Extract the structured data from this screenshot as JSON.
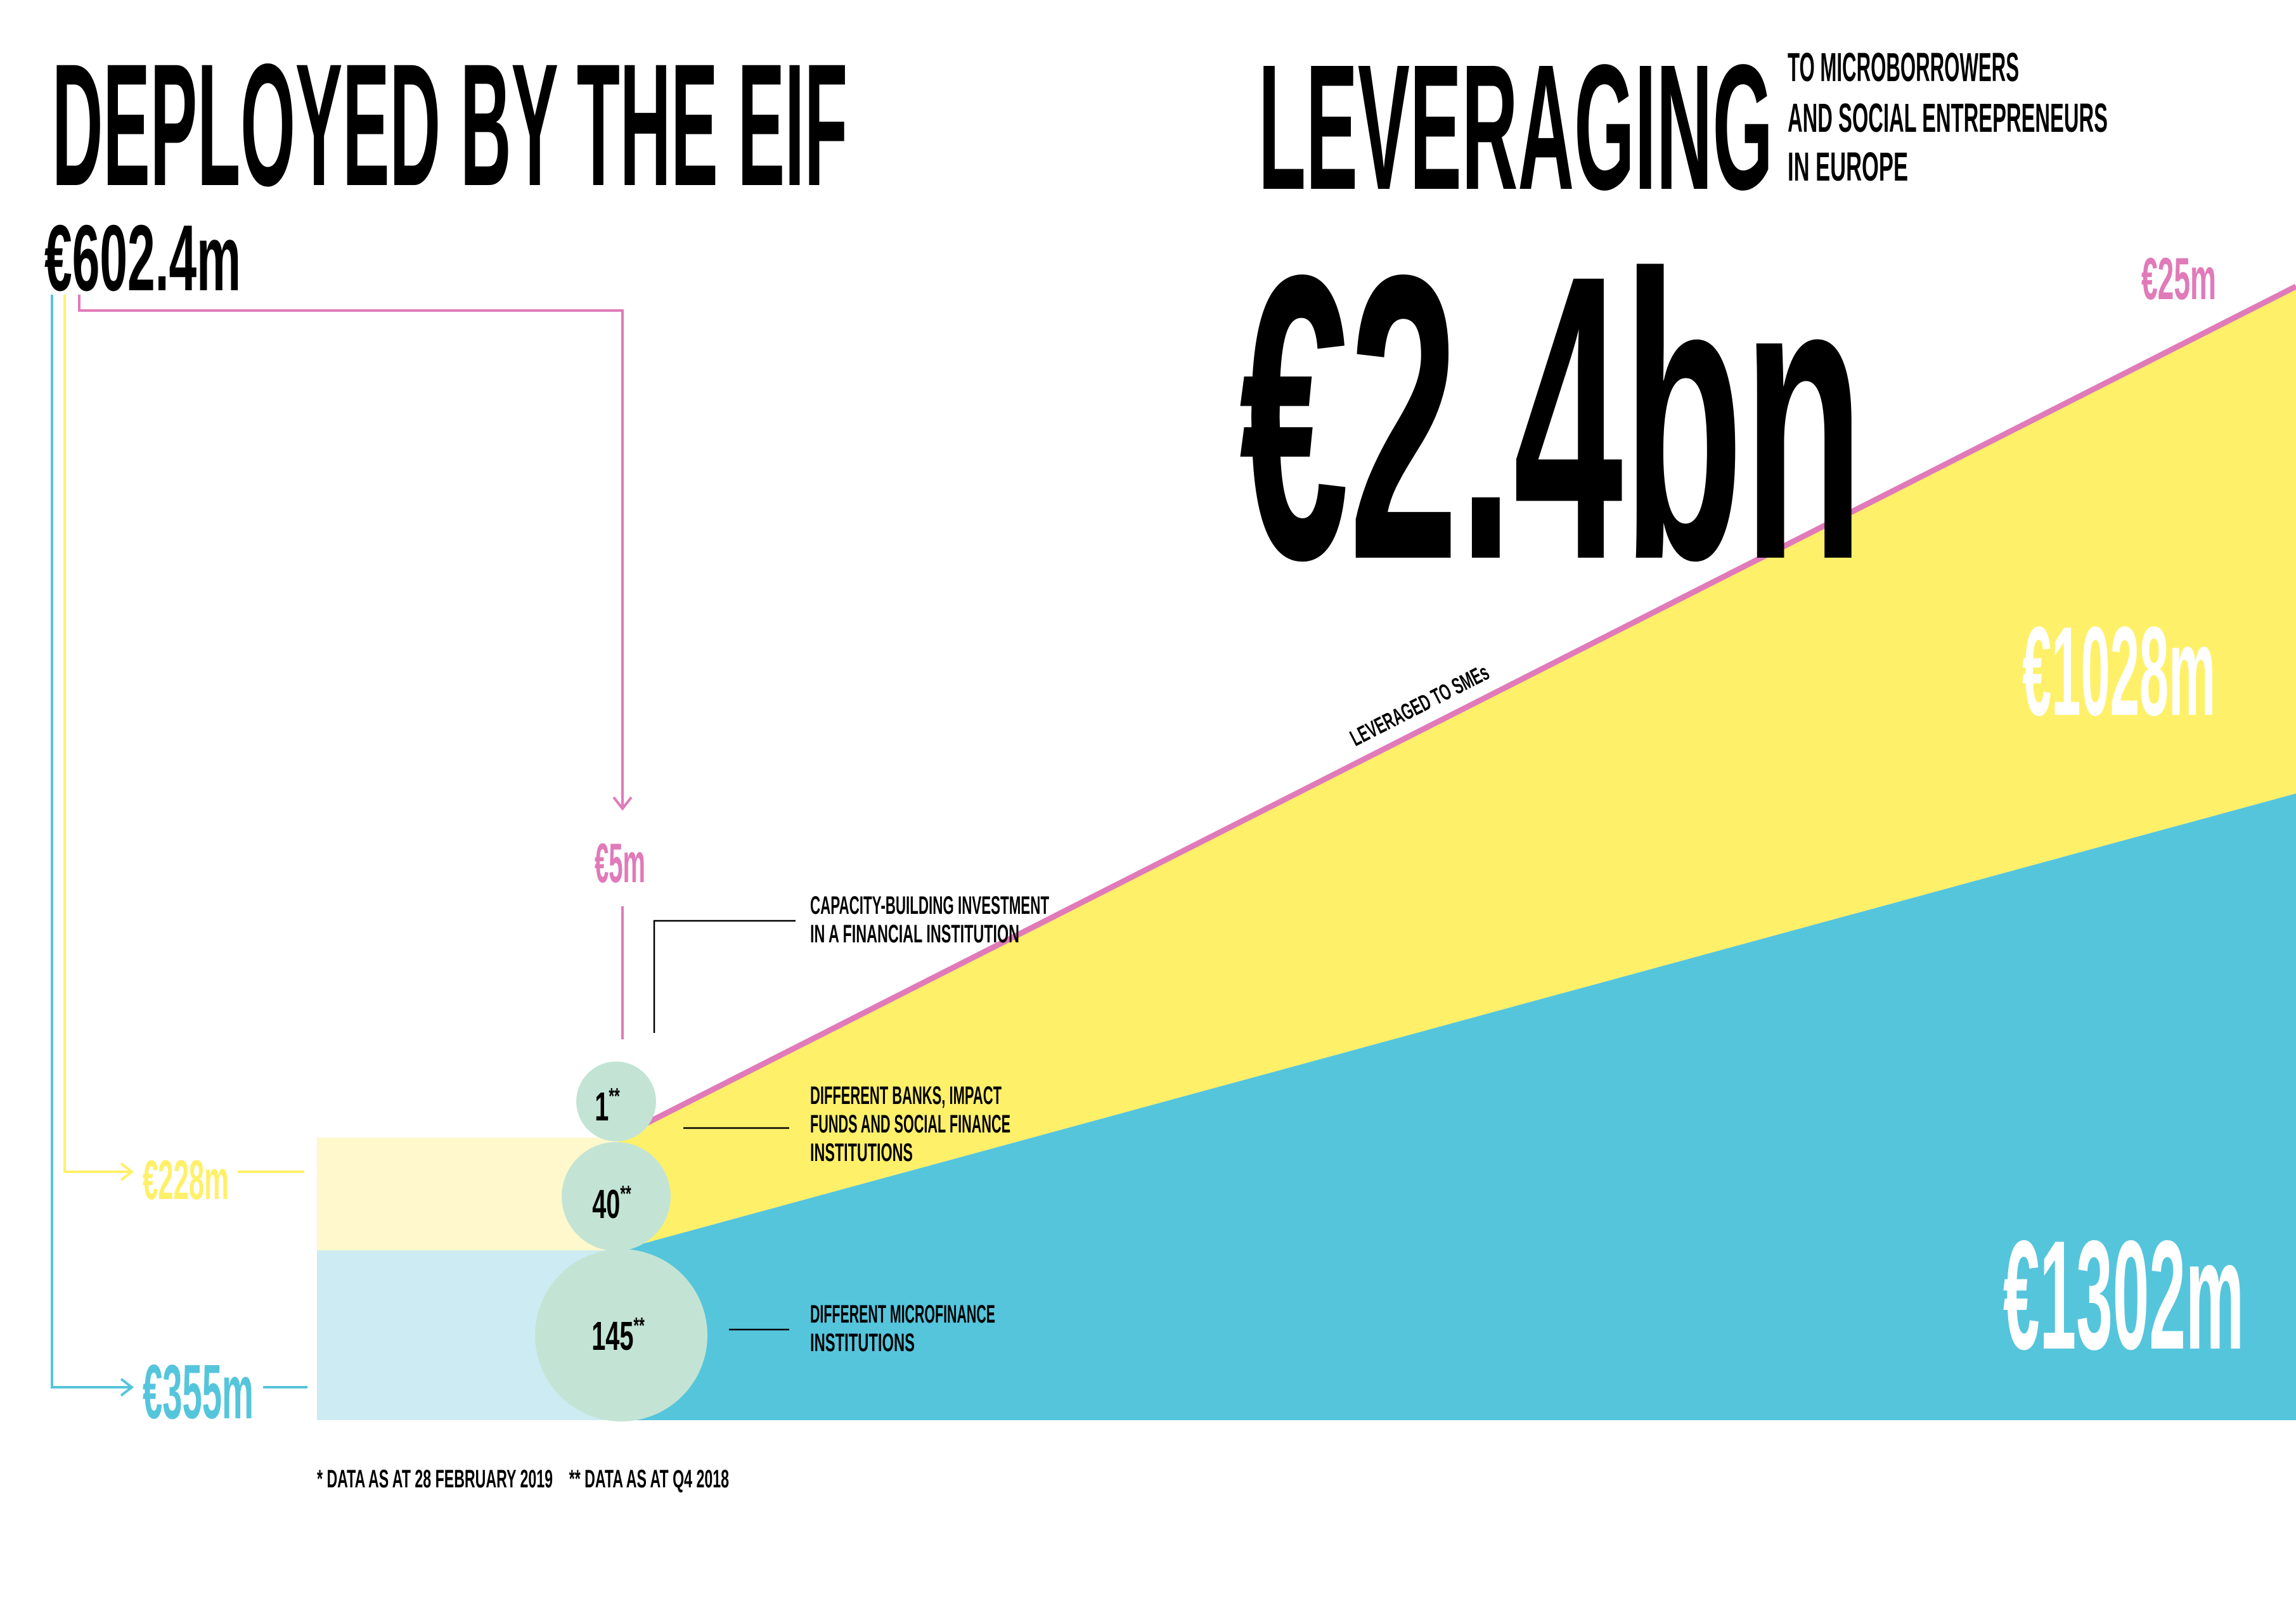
{
  "header": {
    "deployed_title": "DEPLOYED BY THE EIF",
    "deployed_amount": "€602.4m",
    "leveraging_title": "LEVERAGING",
    "leveraging_subtitle_lines": [
      "TO MICROBORROWERS",
      "AND SOCIAL ENTREPRENEURS",
      "IN EUROPE"
    ],
    "leveraging_amount": "€2.4bn"
  },
  "flows": {
    "pink_amount": "€5m",
    "yellow_amount": "€228m",
    "blue_amount": "€355m"
  },
  "circles": {
    "small": {
      "value": "1",
      "mark": "**"
    },
    "medium": {
      "value": "40",
      "mark": "**"
    },
    "large": {
      "value": "145",
      "mark": "**"
    }
  },
  "annotations": {
    "capacity_lines": [
      "CAPACITY-BUILDING INVESTMENT",
      "IN A FINANCIAL INSTITUTION"
    ],
    "banks_lines": [
      "DIFFERENT BANKS, IMPACT",
      "FUNDS AND SOCIAL FINANCE",
      "INSTITUTIONS"
    ],
    "microfinance_lines": [
      "DIFFERENT MICROFINANCE",
      "INSTITUTIONS"
    ]
  },
  "leverage": {
    "pink_end_amount": "€25m",
    "sme_label": "LEVERAGED TO SMEs",
    "yellow_end_amount": "€1028m",
    "blue_end_amount": "€1302m"
  },
  "footnote": "* DATA AS AT 28 FEBRUARY 2019    ** DATA AS AT Q4 2018",
  "colors": {
    "pink": "#e07ab9",
    "yellow": "#fff06a",
    "yellow_light": "#fef8cc",
    "blue": "#55c5dc",
    "blue_light": "#cdebf2",
    "circle": "#c3e4d4",
    "black": "#000000",
    "white": "#ffffff"
  }
}
